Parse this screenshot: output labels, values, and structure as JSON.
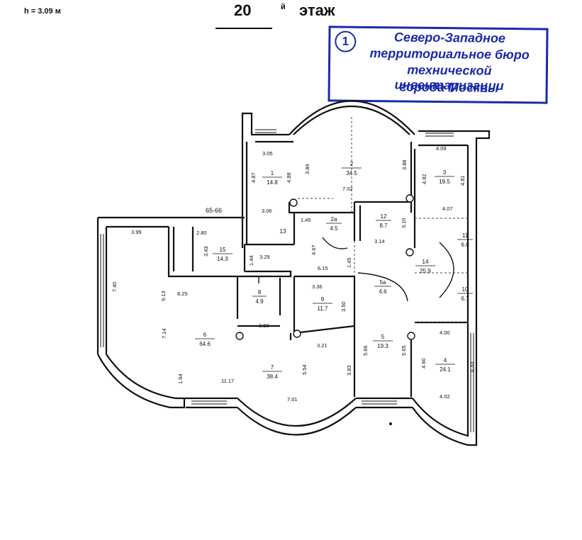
{
  "header": {
    "ceiling_height": "h = 3.09 м",
    "floor_number": "20",
    "floor_suffix": "й",
    "floor_word": "этаж"
  },
  "stamp": {
    "number": "1",
    "lines": [
      "Северо-Западное",
      "территориальное бюро",
      "технической инвентаризации",
      "города Москвы"
    ],
    "color": "#1b2aa8"
  },
  "plan": {
    "section_tag": "65-66",
    "rooms": [
      {
        "number": "1",
        "area": "14.8"
      },
      {
        "number": "2",
        "area": "34.5"
      },
      {
        "number": "2a",
        "area": "4.5"
      },
      {
        "number": "3",
        "area": "19.5"
      },
      {
        "number": "4",
        "area": "24.1"
      },
      {
        "number": "5",
        "area": "19.3"
      },
      {
        "number": "5a",
        "area": "4.6"
      },
      {
        "number": "6",
        "area": "64.6"
      },
      {
        "number": "7",
        "area": "38.4"
      },
      {
        "number": "8",
        "area": "4.9"
      },
      {
        "number": "9",
        "area": "11.7"
      },
      {
        "number": "10",
        "area": "6.7"
      },
      {
        "number": "11",
        "area": "6.6"
      },
      {
        "number": "12",
        "area": "8.7"
      },
      {
        "number": "13",
        "area": ""
      },
      {
        "number": "14",
        "area": "25.9"
      },
      {
        "number": "15",
        "area": "14.3"
      }
    ],
    "dimensions": [
      "3.05",
      "4.87",
      "4.88",
      "3.84",
      "3.88",
      "4.09",
      "4.82",
      "4.81",
      "7.02",
      "3.06",
      "1.45",
      "3.10",
      "4.07",
      "3.99",
      "2.80",
      "3.43",
      "3.29",
      "4.67",
      "3.14",
      "1.44",
      "6.15",
      "1.45",
      "7.40",
      "9.13",
      "8.25",
      "3.36",
      "3.50",
      "7.14",
      "3.50",
      "3.21",
      "5.66",
      "5.65",
      "4.00",
      "4.60",
      "6.44",
      "1.64",
      "11.17",
      "5.54",
      "3.83",
      "7.01",
      "4.02"
    ]
  }
}
